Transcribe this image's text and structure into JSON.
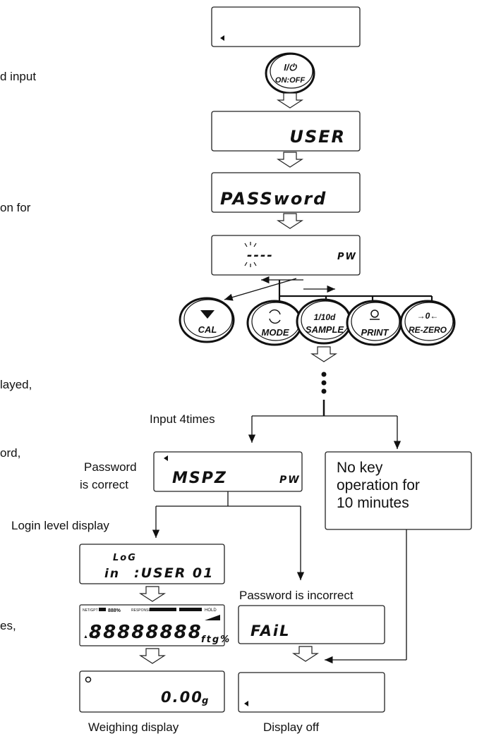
{
  "left_margin_text": [
    "d input",
    "on for",
    "layed,",
    "ord,",
    "es,"
  ],
  "displays": {
    "user": "USER",
    "password": "PASSword",
    "pw_dashes": "----",
    "pw_tag": "PW",
    "entered": "MSPZ",
    "entered_tag": "PW",
    "login_top": "LoG",
    "login_bottom": "in",
    "login_value": ":USER 01",
    "fail": "FAiL",
    "weighing_value": "0.00",
    "weighing_unit": "g",
    "full_segments": "88888888",
    "full_legend_left": "NET/GPT",
    "full_legend_pct": "888%",
    "full_legend_resp": "RESPONSE",
    "full_legend_hold": "HOLD",
    "full_unit": "ftg%"
  },
  "buttons": {
    "onoff_top": "I/⏻",
    "onoff_bottom": "ON:OFF",
    "cal": "CAL",
    "mode": "MODE",
    "sample_top": "1/10d",
    "sample_bottom": "SAMPLE",
    "print": "PRINT",
    "rezero": "RE-ZERO"
  },
  "labels": {
    "input_times": "Input 4times",
    "password_correct_1": "Password",
    "password_correct_2": "is correct",
    "no_key_1": "No key",
    "no_key_2": "operation for",
    "no_key_3": "10 minutes",
    "login_level": "Login level display",
    "password_incorrect": "Password is incorrect",
    "weighing_display": "Weighing display",
    "display_off": "Display off"
  }
}
